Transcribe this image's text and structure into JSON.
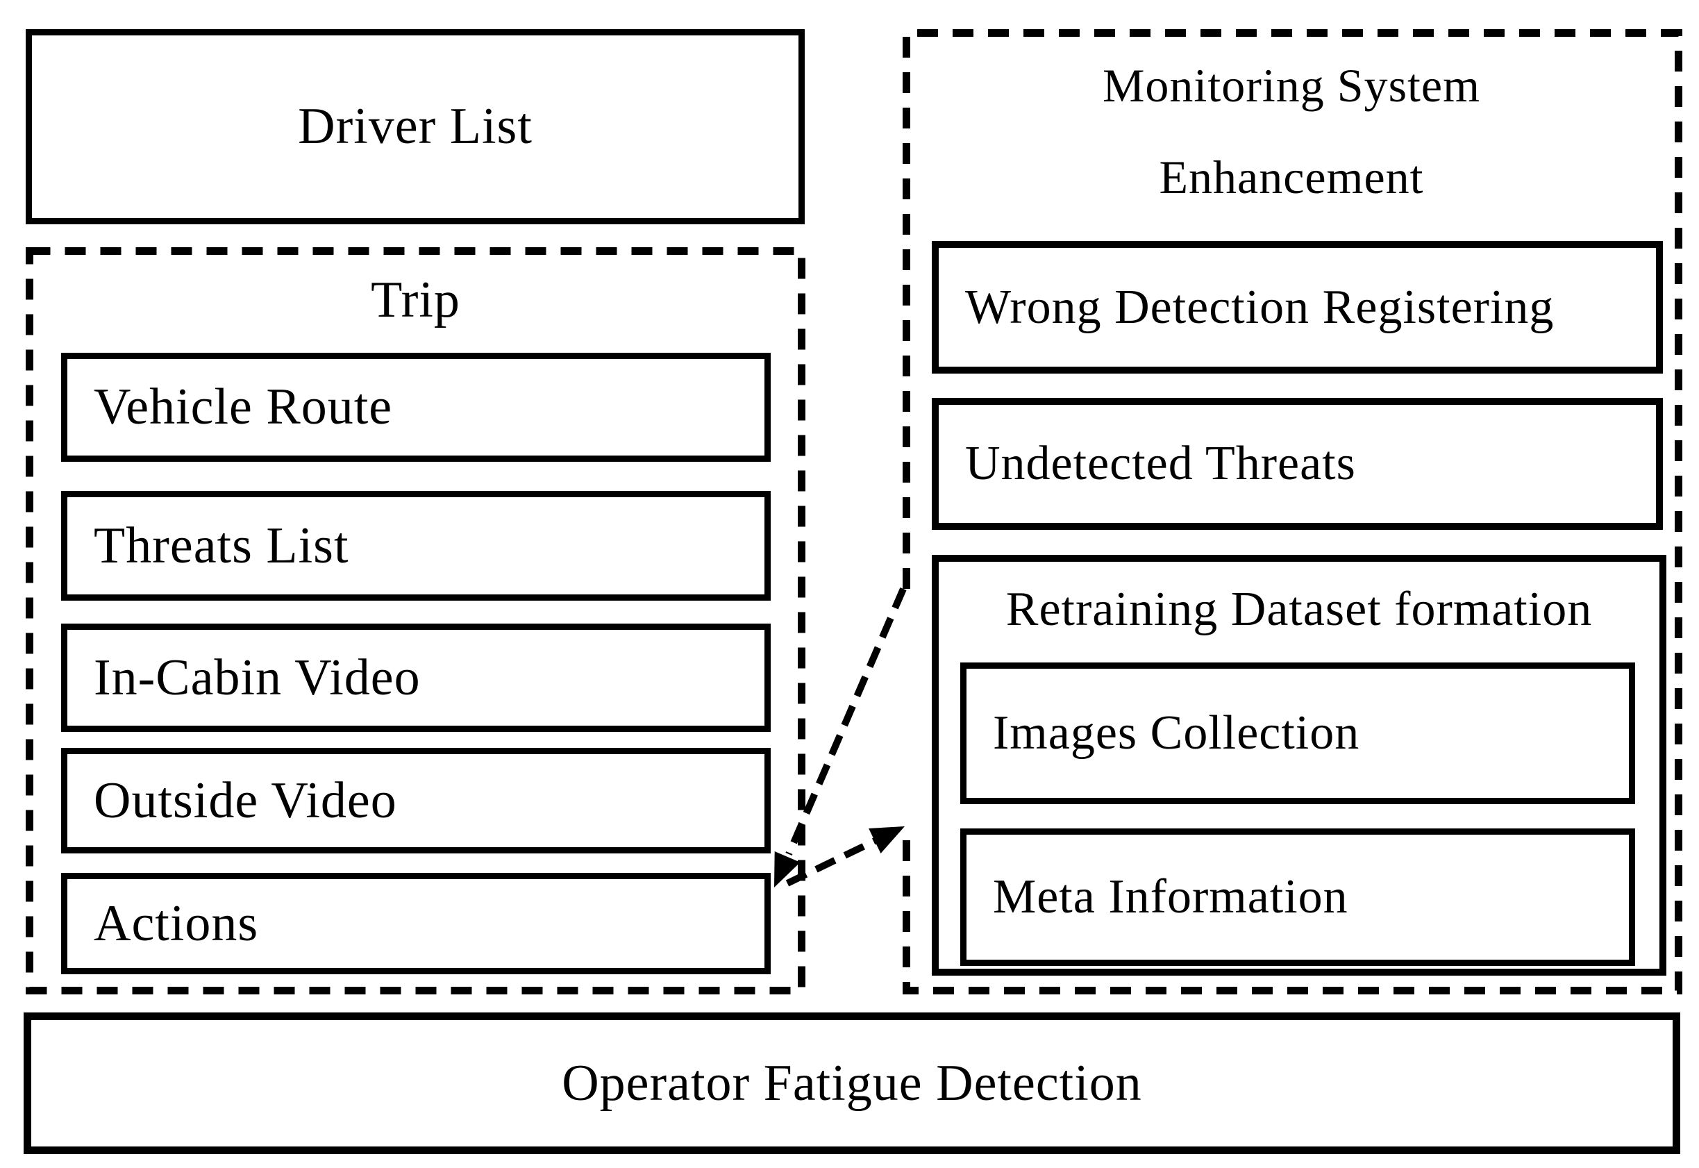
{
  "page": {
    "background": "#ffffff",
    "ink": "#000000"
  },
  "driver_list": {
    "label": "Driver List"
  },
  "trip": {
    "title": "Trip",
    "items": [
      {
        "label": "Vehicle Route"
      },
      {
        "label": "Threats List"
      },
      {
        "label": "In-Cabin Video"
      },
      {
        "label": "Outside Video"
      },
      {
        "label": "Actions"
      }
    ]
  },
  "monitoring": {
    "title_line1": "Monitoring System",
    "title_line2": "Enhancement",
    "wrong_detection": {
      "label": "Wrong Detection Registering"
    },
    "undetected_threats": {
      "label": "Undetected Threats"
    },
    "retraining": {
      "title": "Retraining Dataset formation",
      "images_collection": {
        "label": "Images Collection"
      },
      "meta_information": {
        "label": "Meta Information"
      }
    }
  },
  "operator": {
    "label": "Operator Fatigue Detection"
  },
  "connector": {
    "description": "dashed two-way arrows between Actions box and Monitoring System Enhancement container"
  }
}
